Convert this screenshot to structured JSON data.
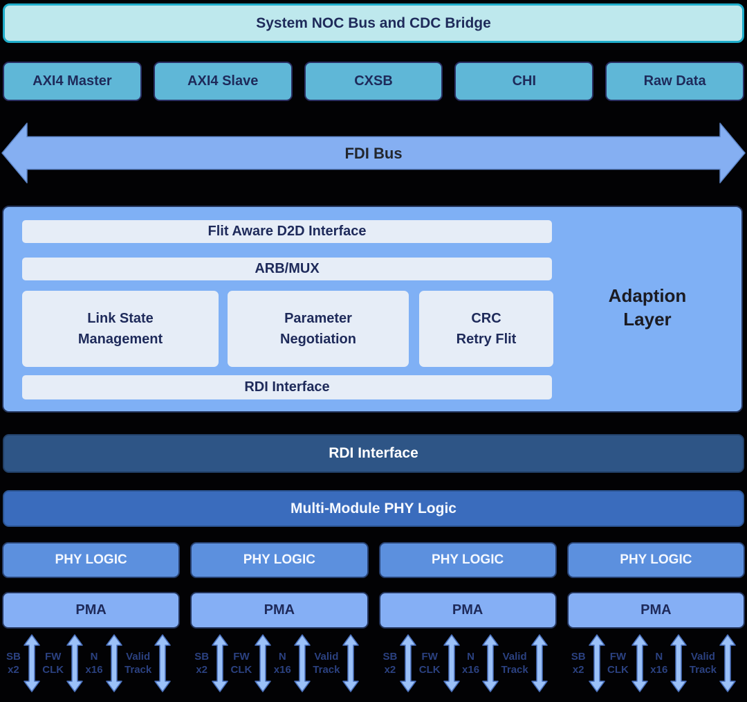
{
  "colors": {
    "background": "#000000",
    "banner_fill": "#BEE8ED",
    "banner_border": "#1FADCB",
    "protocol_fill": "#5FB7D7",
    "fdi_arrow_fill": "#85AFF2",
    "adaption_fill": "#7FB0F5",
    "panel_fill": "#E6EDF7",
    "rdi_dark_fill": "#2E5586",
    "multi_module_fill": "#3A6CBD",
    "phy_logic_fill": "#5C90DE",
    "pma_fill": "#85AFF5",
    "signal_arrow_fill": "#9BC1F8",
    "dark_text": "#1E2A5A",
    "light_text": "#FFFFFF",
    "signal_label_text": "#2B4180"
  },
  "top_banner": {
    "label": "System NOC Bus and CDC Bridge"
  },
  "protocol_row": {
    "items": [
      "AXI4 Master",
      "AXI4 Slave",
      "CXSB",
      "CHI",
      "Raw Data"
    ]
  },
  "fdi_bus": {
    "label": "FDI Bus"
  },
  "adaption_layer": {
    "title": "Adaption\nLayer",
    "bars": {
      "flit": "Flit Aware D2D Interface",
      "arb": "ARB/MUX",
      "rdi": "RDI Interface"
    },
    "blocks": [
      "Link State\nManagement",
      "Parameter\nNegotiation",
      "CRC\nRetry Flit"
    ]
  },
  "rdi_bar": {
    "label": "RDI Interface"
  },
  "multi_module_bar": {
    "label": "Multi-Module PHY Logic"
  },
  "phy_logic_row": {
    "items": [
      "PHY LOGIC",
      "PHY LOGIC",
      "PHY LOGIC",
      "PHY LOGIC"
    ]
  },
  "pma_row": {
    "items": [
      "PMA",
      "PMA",
      "PMA",
      "PMA"
    ]
  },
  "signal_groups": {
    "group_count": 4,
    "labels": [
      "SB\nx2",
      "FW\nCLK",
      "N\nx16",
      "Valid\nTrack"
    ]
  }
}
